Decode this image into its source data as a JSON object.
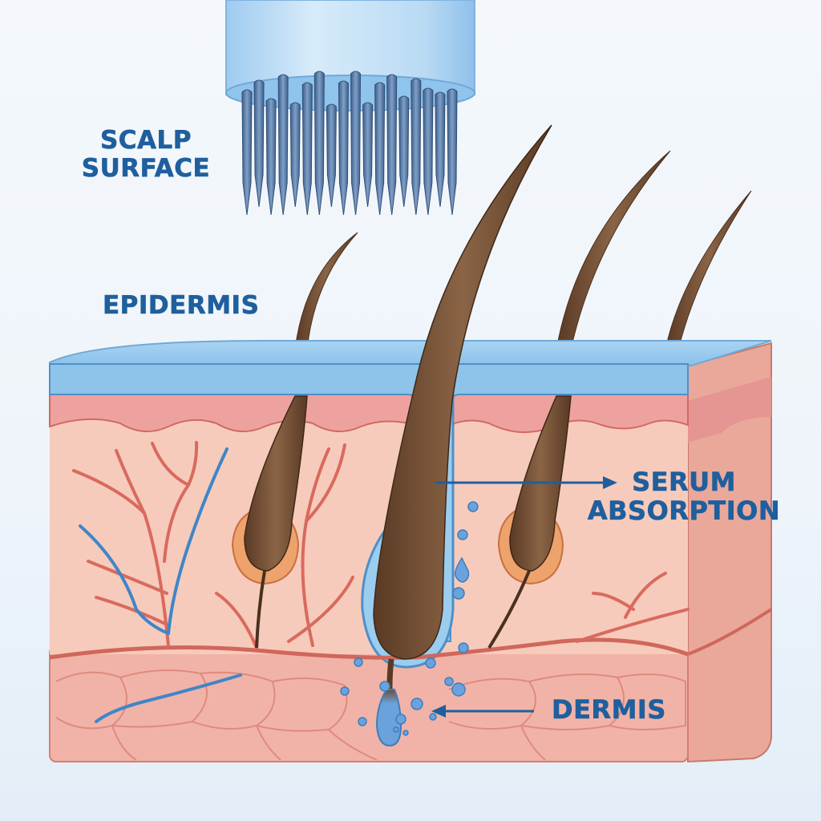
{
  "diagram": {
    "title": "Microneedling scalp cross-section",
    "labels": {
      "scalp_surface": [
        "SCALP",
        "SURFACE"
      ],
      "epidermis": "EPIDERMIS",
      "serum_absorption": [
        "SERUM",
        "ABSORPTION"
      ],
      "dermis": "DERMIS"
    },
    "elements": {
      "device": "microneedle-roller-head",
      "needle_count": 18,
      "hair_strands": 4,
      "hair_follicles": 3,
      "serum_droplets": "blue droplets flowing down central follicle into dermis"
    },
    "colors": {
      "label_text": "#1f5f9e",
      "epidermis_layer": "#8ec4ea",
      "upper_dermis": "#eea2a0",
      "dermis": "#f6c6b6",
      "subcutaneous": "#f1b0a6",
      "hair": "#6e4b32",
      "artery": "#d96a5e",
      "vein": "#3f86c8",
      "serum": "#6aa3dc",
      "needle": "#5f86b3",
      "device_body": "#bcdcf5"
    }
  }
}
